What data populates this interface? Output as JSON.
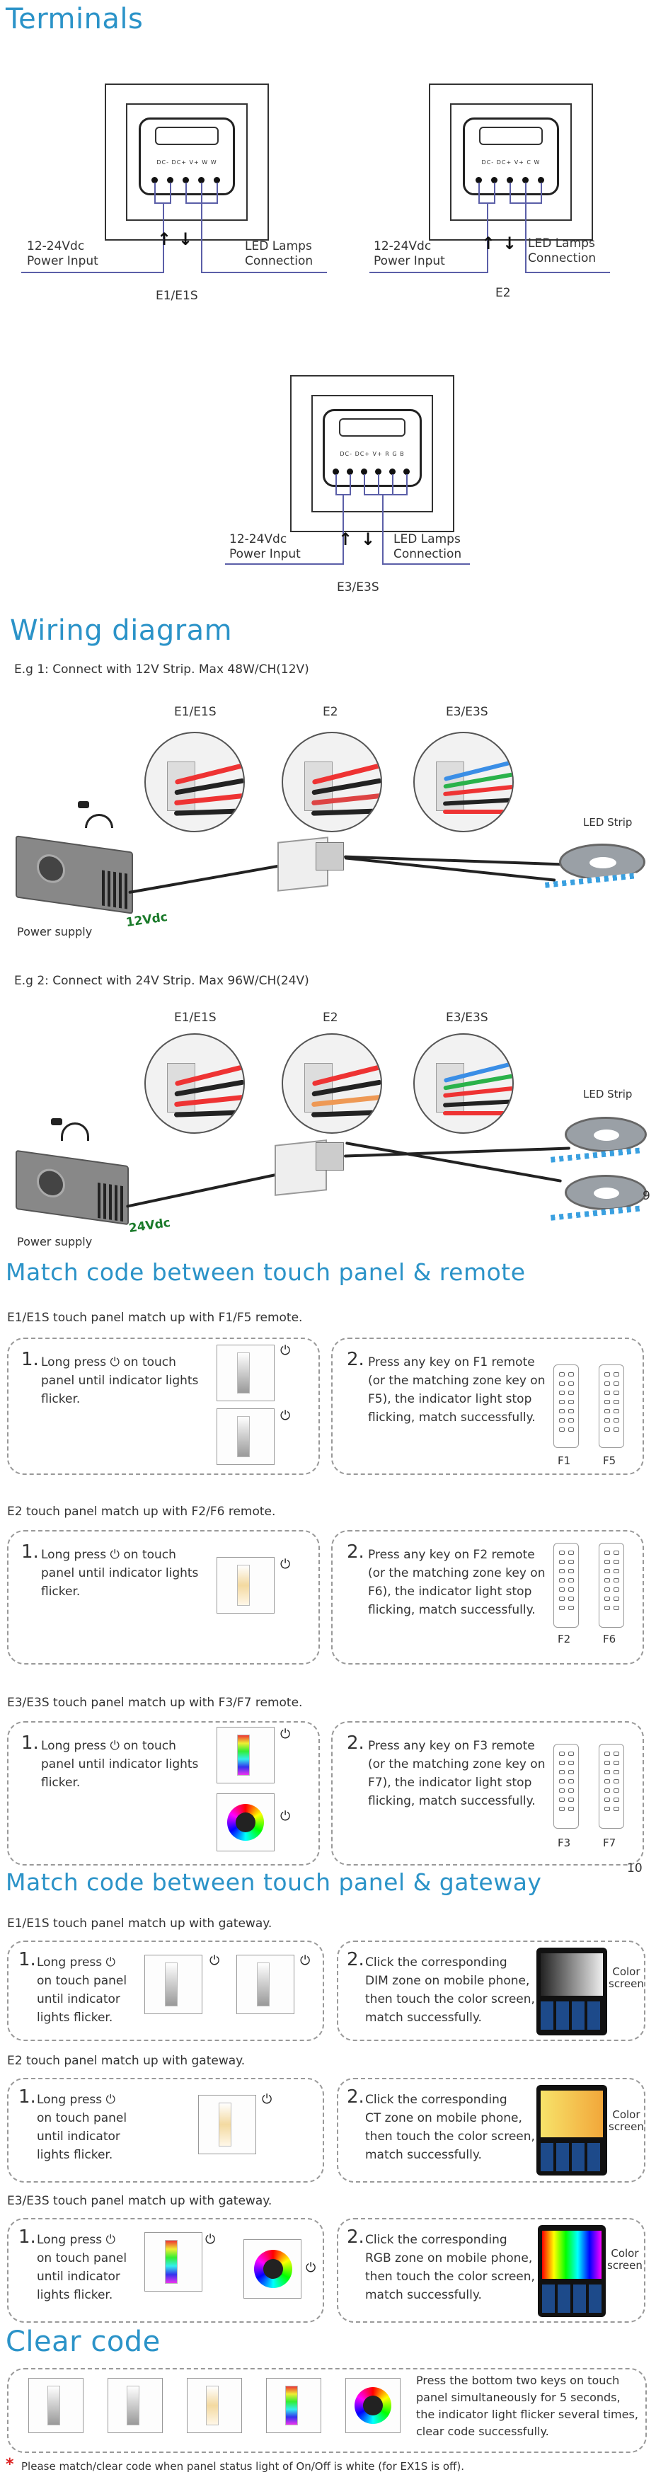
{
  "terminals": {
    "title": "Terminals",
    "e1": {
      "pins": "DC- DC+ V+ W W",
      "power": "12-24Vdc\nPower Input",
      "led": "LED Lamps\nConnection",
      "caption": "E1/E1S"
    },
    "e2": {
      "pins": "DC- DC+ V+ C W",
      "power": "12-24Vdc\nPower Input",
      "led": "LED Lamps\nConnection",
      "caption": "E2"
    },
    "e3": {
      "pins": "DC- DC+ V+ R G B",
      "power": "12-24Vdc\nPower Input",
      "led": "LED Lamps\nConnection",
      "caption": "E3/E3S"
    }
  },
  "wiring": {
    "title": "Wiring diagram",
    "eg1": "E.g 1: Connect with 12V Strip. Max 48W/CH(12V)",
    "eg2": "E.g 2: Connect with 24V Strip. Max 96W/CH(24V)",
    "labels": [
      "E1/E1S",
      "E2",
      "E3/E3S"
    ],
    "led_strip": "LED Strip",
    "power_supply": "Power supply",
    "v12": "12Vdc",
    "v24": "24Vdc",
    "page9": "9"
  },
  "remote_match": {
    "title": "Match code between touch panel & remote",
    "s1": {
      "heading": "E1/E1S touch panel match up with F1/F5 remote.",
      "step1_num": "1.",
      "step1": "Long press ⏻ on touch\npanel until indicator lights\nflicker.",
      "step2_num": "2.",
      "step2": "Press any key on F1 remote\n(or the matching zone key on\nF5), the indicator light stop\nflicking, match successfully.",
      "r1": "F1",
      "r2": "F5"
    },
    "s2": {
      "heading": "E2 touch panel match up with F2/F6 remote.",
      "step1_num": "1.",
      "step1": "Long press ⏻ on touch\npanel until indicator lights\nflicker.",
      "step2_num": "2.",
      "step2": "Press any key on F2 remote\n(or the matching zone key on\nF6), the indicator light stop\nflicking, match successfully.",
      "r1": "F2",
      "r2": "F6"
    },
    "s3": {
      "heading": "E3/E3S touch panel match up with F3/F7 remote.",
      "step1_num": "1.",
      "step1": "Long press ⏻ on touch\npanel until indicator lights\nflicker.",
      "step2_num": "2.",
      "step2": "Press any key on F3 remote\n(or the matching zone key on\nF7), the indicator light stop\nflicking, match successfully.",
      "r1": "F3",
      "r2": "F7"
    }
  },
  "page10": "10",
  "gateway_match": {
    "title": "Match code between touch panel & gateway",
    "s1": {
      "heading": "E1/E1S touch panel match up with gateway.",
      "step1_num": "1.",
      "step1": "Long press ⏻\non touch panel\nuntil indicator\nlights flicker.",
      "step2_num": "2.",
      "step2": "Click the corresponding\nDIM zone on mobile phone,\nthen touch the color screen,\nmatch successfully.",
      "color_screen": "Color\nscreen"
    },
    "s2": {
      "heading": "E2 touch panel match up with gateway.",
      "step1_num": "1.",
      "step1": "Long press ⏻\non touch panel\nuntil indicator\nlights flicker.",
      "step2_num": "2.",
      "step2": "Click the corresponding\nCT zone on mobile phone,\nthen touch the color screen,\nmatch successfully.",
      "color_screen": "Color\nscreen"
    },
    "s3": {
      "heading": "E3/E3S touch panel match up with gateway.",
      "step1_num": "1.",
      "step1": "Long press ⏻\non touch panel\nuntil indicator\nlights flicker.",
      "step2_num": "2.",
      "step2": "Click the corresponding\nRGB zone on mobile phone,\nthen touch the color screen,\nmatch successfully.",
      "color_screen": "Color\nscreen"
    }
  },
  "clear_code": {
    "title": "Clear code",
    "text": "Press the bottom two keys on touch\npanel simultaneously for 5 seconds,\nthe indicator light flicker several times,\nclear code successfully.",
    "note_mark": "*",
    "note": "Please match/clear code when panel status light of On/Off is white (for EX1S is off)."
  },
  "colors": {
    "accent": "#2b93c8",
    "wire": "#5b5fa8",
    "voltage": "#1a7a2a",
    "note_mark": "#d22"
  }
}
